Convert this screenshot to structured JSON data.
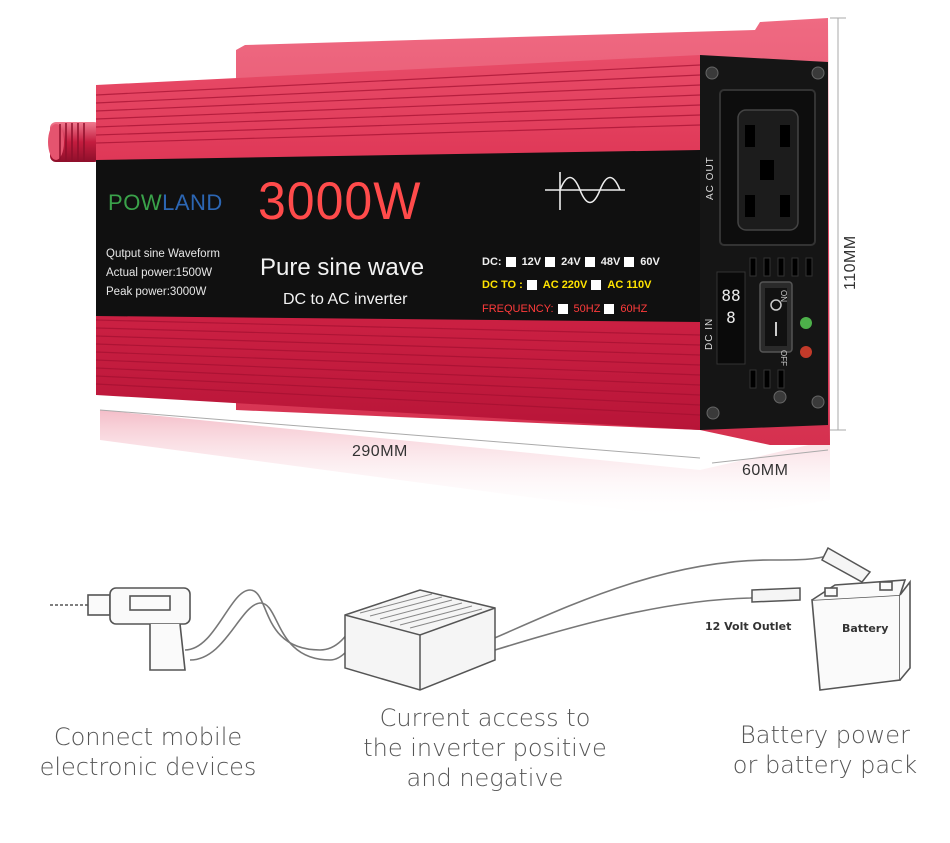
{
  "product": {
    "brand_prefix": "P",
    "brand_o": "O",
    "brand_w": "W",
    "brand_suffix": "LAND",
    "specs": [
      "Qutput sine Waveform",
      "Actual power:1500W",
      "Peak power:3000W"
    ],
    "wattage": "3000W",
    "subtitle": "Pure sine wave",
    "subtitle2": "DC to AC inverter",
    "dc_label": "DC:",
    "dc_options": [
      "12V",
      "24V",
      "48V",
      "60V"
    ],
    "dcto_label": "DC TO :",
    "dcto_options": [
      "AC 220V",
      "AC 110V"
    ],
    "freq_label": "FREQUENCY:",
    "freq_options": [
      "50HZ",
      "60HZ"
    ],
    "ac_out": "AC OUT",
    "dc_in": "DC IN",
    "display": "888",
    "switch_on": "ON",
    "switch_off": "OFF"
  },
  "dimensions": {
    "length": "290MM",
    "width": "60MM",
    "height": "110MM"
  },
  "diagram": {
    "outlet_label": "12 Volt Outlet",
    "battery_label": "Battery",
    "captions": [
      [
        "Connect mobile",
        "electronic devices"
      ],
      [
        "Current access to",
        "the inverter positive",
        "and negative"
      ],
      [
        "Battery power",
        "or battery pack"
      ]
    ]
  }
}
